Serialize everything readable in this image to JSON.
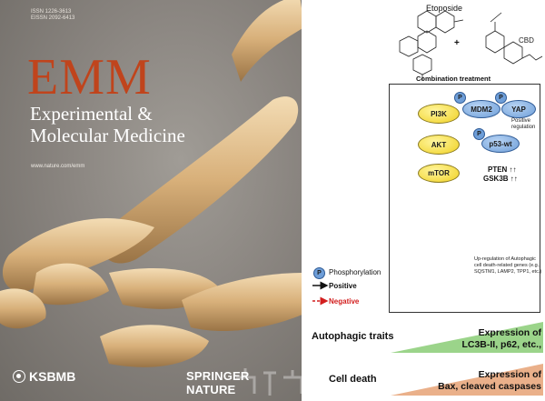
{
  "cover": {
    "issn_lines": [
      "ISSN 1226-3613",
      "EISSN 2092-6413"
    ],
    "logo": "EMM",
    "title_line1": "Experimental &",
    "title_line2": "Molecular Medicine",
    "url": "www.nature.com/emm",
    "society": "KSBMB",
    "publisher": "SPRINGER NATURE",
    "colors": {
      "logo": "#c0441c",
      "background": "#8a8580"
    }
  },
  "diagram": {
    "drug1": "Etoposide",
    "drug2": "CBD",
    "plus": "+",
    "combination_label": "Combination treatment",
    "nodes": {
      "pi3k": "PI3K",
      "akt": "AKT",
      "mtor": "mTOR",
      "mdm2": "MDM2",
      "yap": "YAP",
      "p53": "p53-wt",
      "phospho_marker": "P"
    },
    "positive_regulation": "Positive\nregulation",
    "pten": "PTEN ↑↑",
    "gsk3b": "GSK3B ↑↑",
    "upregulation_text": "Up-regulation of Autophagic\ncell death-related genes (e.g.,\nSQSTM1, LAMP2, TPP1, etc.)",
    "legend": {
      "phosphorylation": "Phosphorylation",
      "positive": "Positive",
      "negative": "Negative"
    },
    "outcomes": [
      {
        "trait": "Autophagic traits",
        "expression": "Expression of\nLC3B-II, p62, etc.,",
        "color": "#9bd48a"
      },
      {
        "trait": "Cell death",
        "expression": "Expression of\nBax, cleaved caspases",
        "color": "#eab08a"
      }
    ]
  }
}
